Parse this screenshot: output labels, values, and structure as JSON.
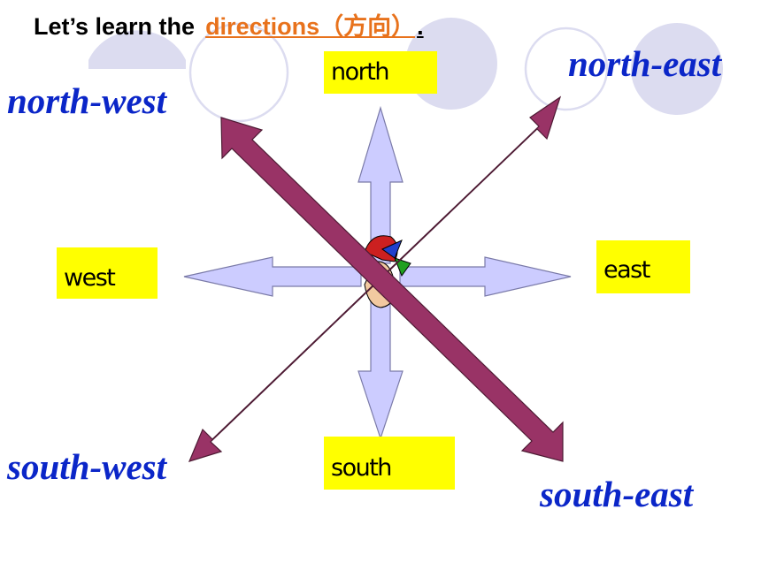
{
  "title": {
    "prefix": "Let’s learn the",
    "keyword": "directions（方向）",
    "suffix": "."
  },
  "cardinal": {
    "north": "north",
    "south": "south",
    "east": "east",
    "west": "west"
  },
  "intercardinal": {
    "north_east": "north-east",
    "north_west": "north-west",
    "south_east": "south-east",
    "south_west": "south-west"
  },
  "colors": {
    "label_box": "#ffff00",
    "big_label": "#0b26c8",
    "title_keyword": "#e8721c",
    "light_arrow_fill": "#ccccff",
    "dark_arrow_fill": "#993366",
    "circle_fill": "#dcdcf0"
  },
  "icons": {
    "center": "weather-vane-icon"
  }
}
